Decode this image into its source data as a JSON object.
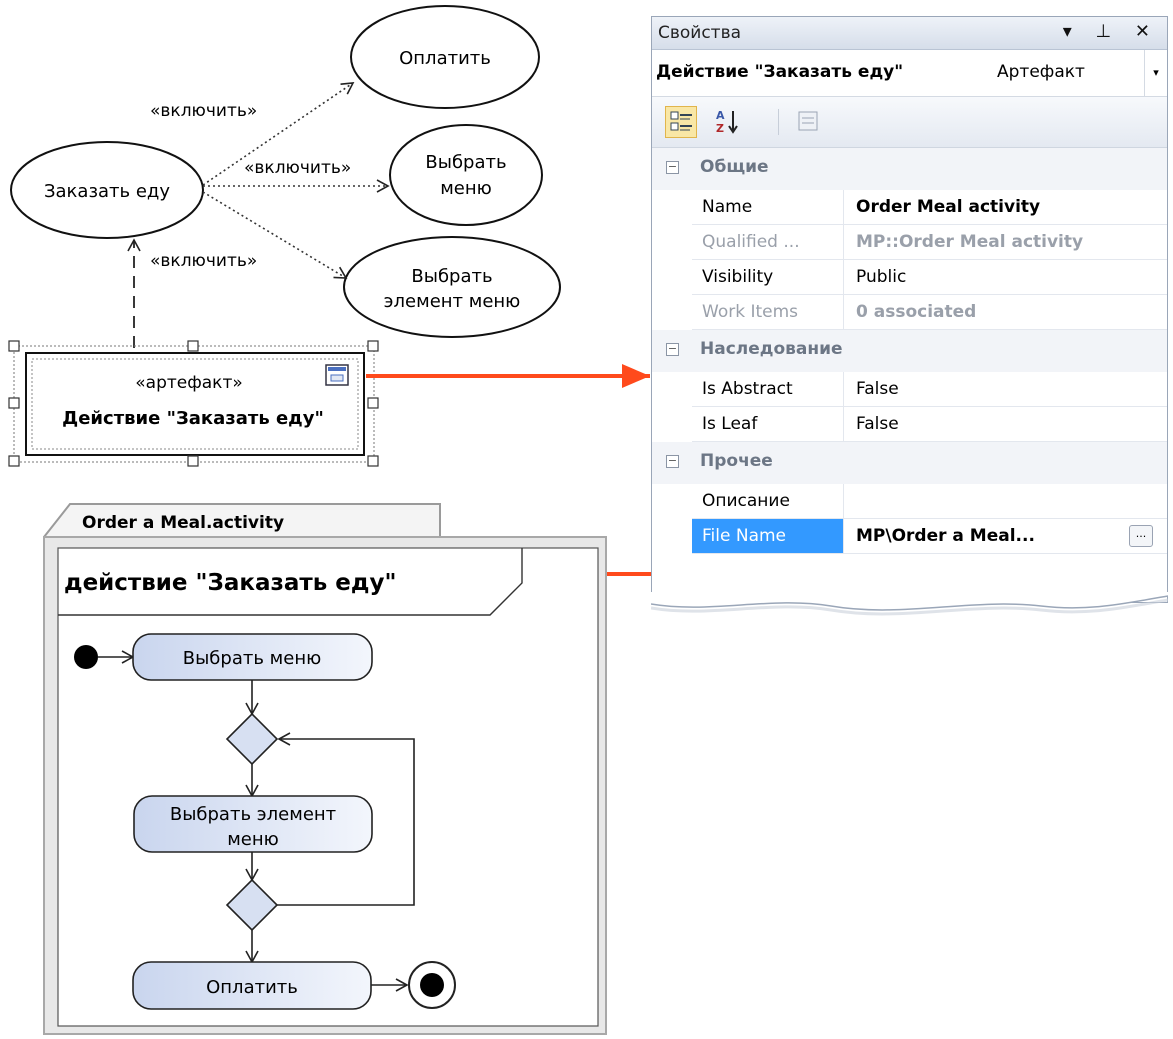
{
  "use_case": {
    "main": "Заказать еду",
    "pay": "Оплатить",
    "choose_menu_1": "Выбрать",
    "choose_menu_2": "меню",
    "choose_item_1": "Выбрать",
    "choose_item_2": "элемент меню",
    "include_1": "«включить»",
    "include_2": "«включить»",
    "include_3": "«включить»"
  },
  "artifact": {
    "stereotype": "«артефакт»",
    "name": "Действие \"Заказать еду\""
  },
  "activity": {
    "tab": "Order a Meal.activity",
    "header": "действие \"Заказать еду\"",
    "node_choose_menu": "Выбрать меню",
    "node_choose_item_1": "Выбрать элемент",
    "node_choose_item_2": "меню",
    "node_pay": "Оплатить"
  },
  "properties": {
    "title": "Свойства",
    "title_icons": "▾ ⊥ ✕",
    "selected_name": "Действие \"Заказать еду\"",
    "selected_kind": "Артефакт",
    "dropdown_icon": "▾",
    "categories": {
      "general": "Общие",
      "inheritance": "Наследование",
      "other": "Прочее"
    },
    "rows": {
      "name": {
        "key": "Name",
        "value": "Order Meal activity"
      },
      "qualified": {
        "key": "Qualified ...",
        "value": "MP::Order Meal activity"
      },
      "visibility": {
        "key": "Visibility",
        "value": "Public"
      },
      "work_items": {
        "key": "Work Items",
        "value": "0 associated"
      },
      "is_abstract": {
        "key": "Is Abstract",
        "value": "False"
      },
      "is_leaf": {
        "key": "Is Leaf",
        "value": "False"
      },
      "description": {
        "key": "Описание",
        "value": ""
      },
      "file_name": {
        "key": "File Name",
        "value": "MP\\Order a Meal..."
      }
    },
    "ellipsis": "..."
  },
  "colors": {
    "arrow": "#ff4a1c",
    "node_fill": "#d7e0f2",
    "selection": "#3399ff"
  }
}
